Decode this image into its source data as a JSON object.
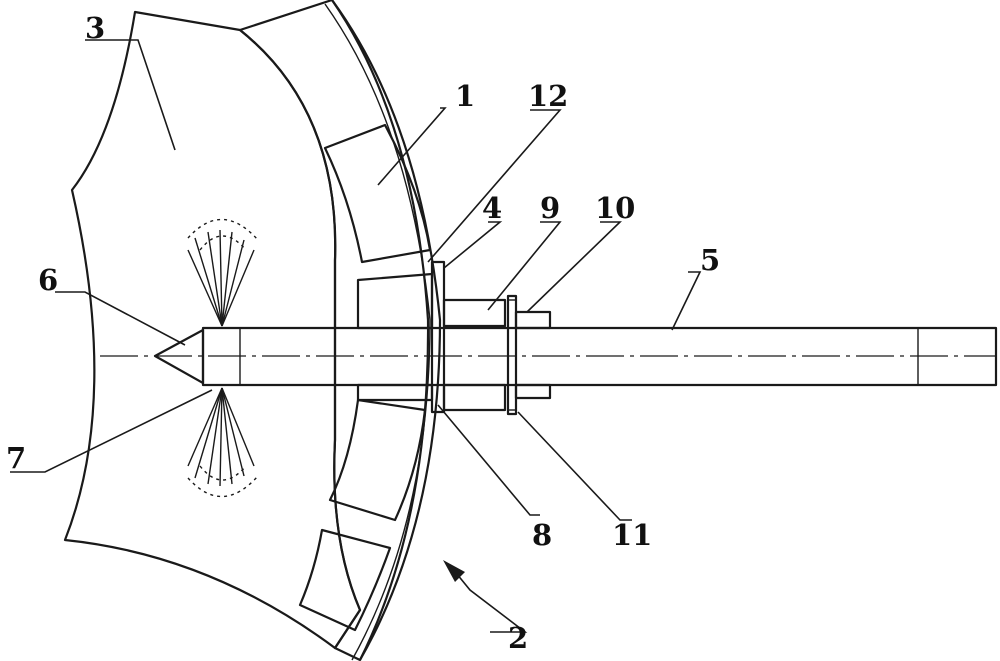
{
  "figure": {
    "callouts": {
      "c1": "1",
      "c2": "2",
      "c3": "3",
      "c4": "4",
      "c5": "5",
      "c6": "6",
      "c7": "7",
      "c8": "8",
      "c9": "9",
      "c10": "10",
      "c11": "11",
      "c12": "12"
    }
  }
}
